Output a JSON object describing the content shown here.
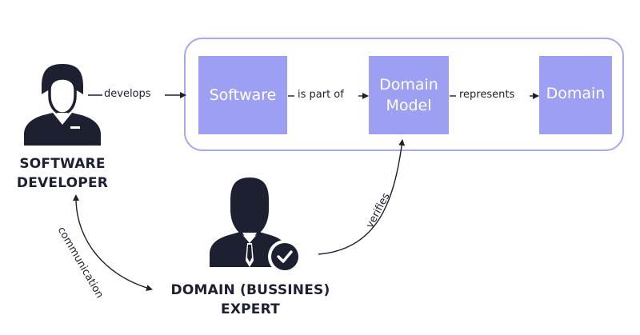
{
  "actors": {
    "developer": {
      "line1": "SOFTWARE",
      "line2": "DEVELOPER"
    },
    "expert": {
      "line1": "DOMAIN (BUSSINES)",
      "line2": "EXPERT"
    }
  },
  "boxes": {
    "software": "Software",
    "domain_model": {
      "line1": "Domain",
      "line2": "Model"
    },
    "domain": "Domain"
  },
  "relations": {
    "develops": "develops",
    "is_part_of": "is part of",
    "represents": "represents",
    "verifies": "verifies",
    "communication": "communication"
  },
  "colors": {
    "box_fill": "#9da0f2",
    "container_border": "#a7a9ee",
    "ink": "#1d2030"
  },
  "icons": {
    "developer": "developer-person-icon",
    "expert": "business-person-icon",
    "verified": "checkmark-badge-icon"
  }
}
